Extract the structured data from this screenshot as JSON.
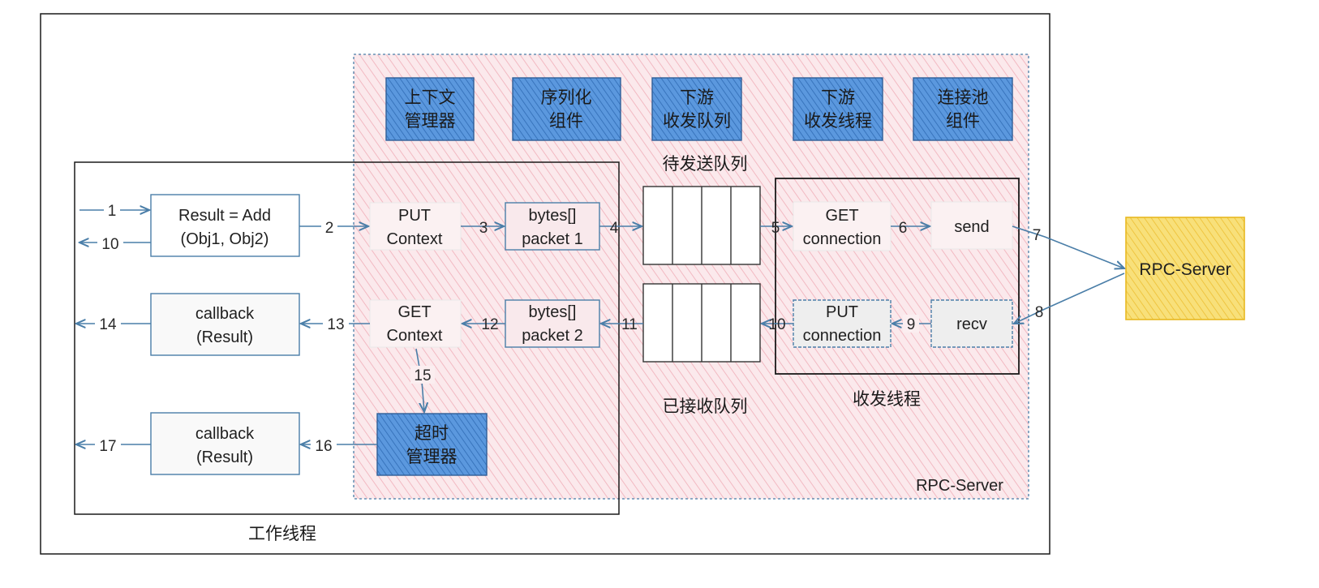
{
  "colors": {
    "blue_fill": "#4f8fd8",
    "blue_stroke": "#2f5f98",
    "pink_fill": "#f8dfe3",
    "yellow_fill": "#f6d860",
    "arrow": "#4a7ea8"
  },
  "components": {
    "context_manager": [
      "上下文",
      "管理器"
    ],
    "serializer": [
      "序列化",
      "组件"
    ],
    "downstream_queue": [
      "下游",
      "收发队列"
    ],
    "downstream_thread": [
      "下游",
      "收发线程"
    ],
    "connection_pool": [
      "连接池",
      "组件"
    ]
  },
  "regions": {
    "rpc_server_label": "RPC-Server",
    "work_thread_label": "工作线程",
    "io_thread_label": "收发线程",
    "send_queue_label": "待发送队列",
    "recv_queue_label": "已接收队列"
  },
  "boxes": {
    "result_add": [
      "Result = Add",
      "(Obj1, Obj2)"
    ],
    "callback_1": [
      "callback",
      "(Result)"
    ],
    "callback_2": [
      "callback",
      "(Result)"
    ],
    "put_context": [
      "PUT",
      "Context"
    ],
    "get_context": [
      "GET",
      "Context"
    ],
    "packet_1": [
      "bytes[]",
      "packet 1"
    ],
    "packet_2": [
      "bytes[]",
      "packet 2"
    ],
    "timeout_manager": [
      "超时",
      "管理器"
    ],
    "get_connection": [
      "GET",
      "connection"
    ],
    "put_connection": [
      "PUT",
      "connection"
    ],
    "send": "send",
    "recv": "recv",
    "remote_server": "RPC-Server"
  },
  "step_labels": {
    "s1": "1",
    "s2": "2",
    "s3": "3",
    "s4": "4",
    "s5": "5",
    "s6": "6",
    "s7": "7",
    "s8": "8",
    "s9": "9",
    "s10a": "10",
    "s10b": "10",
    "s11": "11",
    "s12": "12",
    "s13": "13",
    "s14": "14",
    "s15": "15",
    "s16": "16",
    "s17": "17"
  }
}
